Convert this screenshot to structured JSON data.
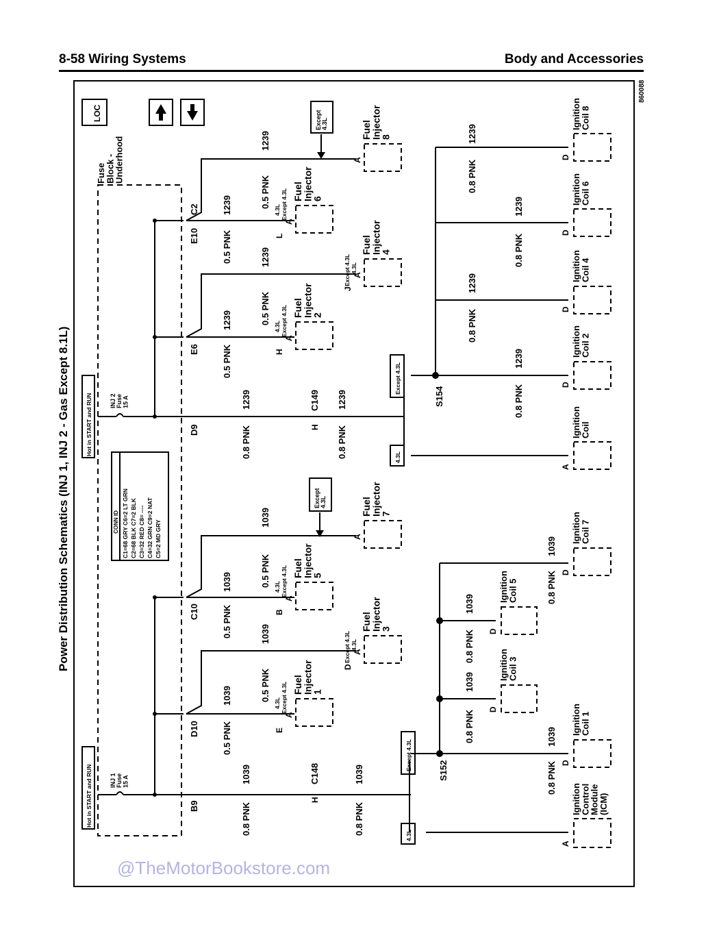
{
  "header": {
    "left": "8-58   Wiring Systems",
    "right": "Body and Accessories"
  },
  "figure": {
    "code": "860088",
    "title": "Power Distribution Schematics (INJ 1, INJ 2 - Gas Except 8.1L)",
    "loc_label": "LOC",
    "hot_left": "Hot in START and RUN",
    "hot_right": "Hot in START and RUN",
    "fuse_left": [
      "INJ 1",
      "Fuse",
      "15 A"
    ],
    "fuse_right": [
      "INJ 2",
      "Fuse",
      "15 A"
    ],
    "fuse_block": [
      "Fuse",
      "Block -",
      "Underhood"
    ],
    "conn_id": {
      "title": "CONN ID",
      "rows": [
        "C1=68 GRY  C6=2 LT GRN",
        "C2=68 BLK  C7=2 BLK",
        "C3=32 RED  C8= ----",
        "C4=32 GRN  C9=2 NAT",
        "C5=2 MD GRY"
      ]
    },
    "wire_labels": {
      "left_gauge": "0.8 PNK",
      "left_circuit": "1039",
      "right_gauge": "0.8 PNK",
      "right_circuit": "1239",
      "branch_gauge": "0.5 PNK",
      "coil_gauge": "0.8 PNK"
    },
    "connectors": {
      "b9": "B9",
      "d10": "D10",
      "c10": "C10",
      "d9": "D9",
      "e6": "E6",
      "e10": "E10",
      "c2": "C2",
      "c148": "C148",
      "c149": "C149",
      "s152": "S152",
      "s154": "S154"
    },
    "pins": {
      "a": "A",
      "b": "B",
      "d": "D",
      "e": "E",
      "h": "H",
      "j": "J",
      "l": "L"
    },
    "variants": {
      "v43": "4.3L",
      "except43": "Except 4.3L",
      "except43_box": [
        "Except",
        "4.3L"
      ]
    },
    "components": {
      "inj1": [
        "Fuel",
        "Injector",
        "1"
      ],
      "inj3": [
        "Fuel",
        "Injector",
        "3"
      ],
      "inj5": [
        "Fuel",
        "Injector",
        "5"
      ],
      "inj7": [
        "Fuel",
        "Injector",
        "7"
      ],
      "inj2": [
        "Fuel",
        "Injector",
        "2"
      ],
      "inj4": [
        "Fuel",
        "Injector",
        "4"
      ],
      "inj6": [
        "Fuel",
        "Injector",
        "6"
      ],
      "inj8": [
        "Fuel",
        "Injector",
        "8"
      ],
      "icm": [
        "Ignition",
        "Control",
        "Module",
        "(ICM)"
      ],
      "coil1": [
        "Ignition",
        "Coil 1"
      ],
      "coil3": [
        "Ignition",
        "Coil 3"
      ],
      "coil5": [
        "Ignition",
        "Coil 5"
      ],
      "coil7": [
        "Ignition",
        "Coil 7"
      ],
      "coil": [
        "Ignition",
        "Coil"
      ],
      "coil2": [
        "Ignition",
        "Coil 2"
      ],
      "coil4": [
        "Ignition",
        "Coil 4"
      ],
      "coil6": [
        "Ignition",
        "Coil 6"
      ],
      "coil8": [
        "Ignition",
        "Coil 8"
      ]
    }
  },
  "watermark": "@TheMotorBookstore.com"
}
